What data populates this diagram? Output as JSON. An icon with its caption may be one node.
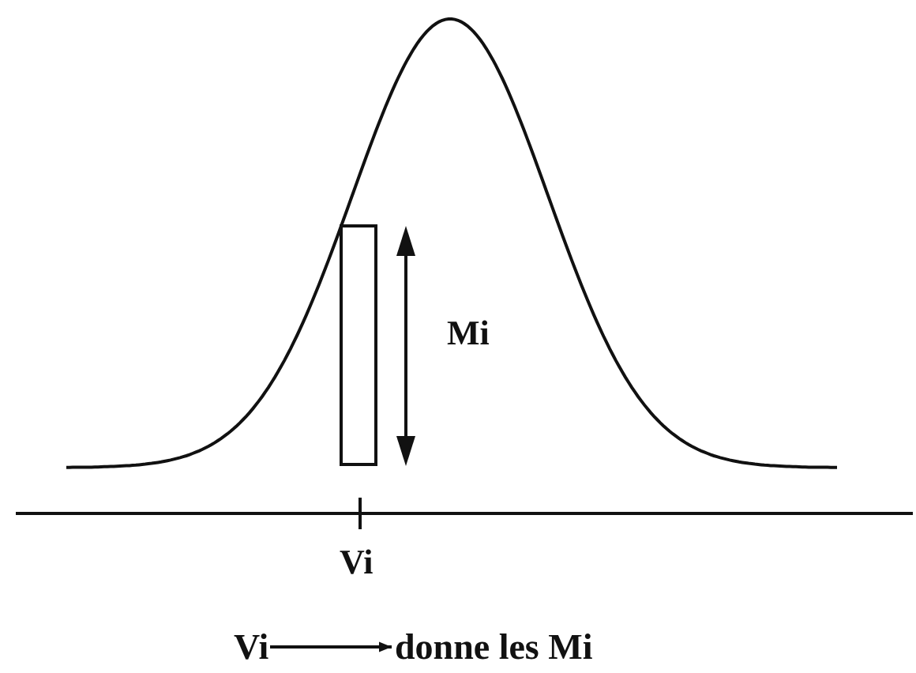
{
  "diagram": {
    "nodes": [
      {
        "text": [
          "Vi"
        ]
      },
      {
        "text": [
          "donne les Mi"
        ]
      }
    ],
    "edges": [
      {
        "from": 0,
        "to": 1,
        "arrow": "to"
      }
    ],
    "labels": [
      "Mi",
      "Vi"
    ]
  }
}
